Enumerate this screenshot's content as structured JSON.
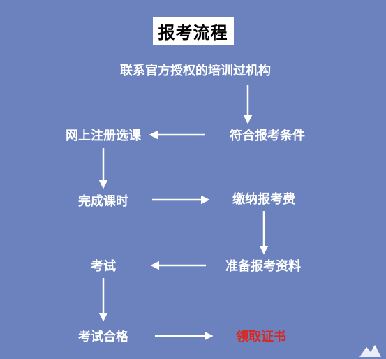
{
  "title": "报考流程",
  "steps": {
    "contact": "联系官方授权的培训过机构",
    "conditions": "符合报考条件",
    "register": "网上注册选课",
    "complete_hours": "完成课时",
    "pay_fee": "缴纳报考费",
    "prepare": "准备报考资料",
    "exam": "考试",
    "pass": "考试合格",
    "certificate": "领取证书"
  },
  "colors": {
    "background": "#6b82be",
    "text": "#ffffff",
    "highlight": "#d8281f"
  }
}
